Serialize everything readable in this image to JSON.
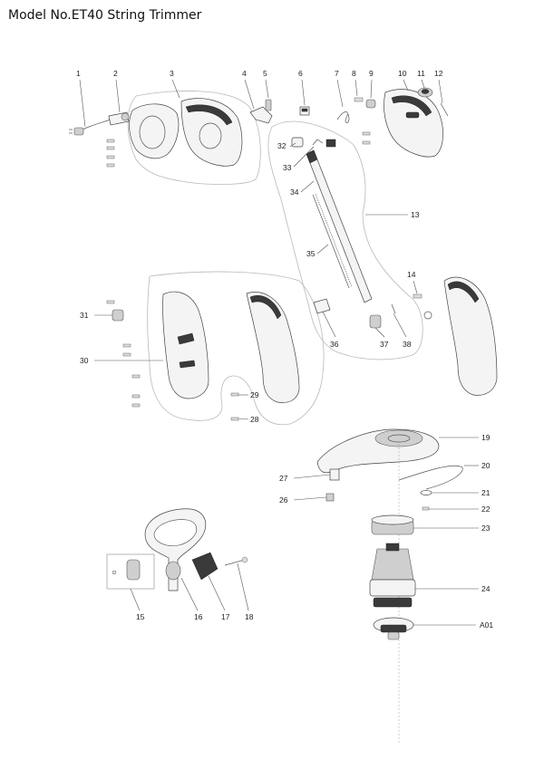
{
  "title": "Model No.ET40 String Trimmer",
  "labels": {
    "p1": "1",
    "p2": "2",
    "p3": "3",
    "p4": "4",
    "p5": "5",
    "p6": "6",
    "p7": "7",
    "p8": "8",
    "p9": "9",
    "p10": "10",
    "p11": "11",
    "p12": "12",
    "p13": "13",
    "p14": "14",
    "p15": "15",
    "p16": "16",
    "p17": "17",
    "p18": "18",
    "p19": "19",
    "p20": "20",
    "p21": "21",
    "p22": "22",
    "p23": "23",
    "p24": "24",
    "p26": "26",
    "p27": "27",
    "p28": "28",
    "p29": "29",
    "p30": "30",
    "p31": "31",
    "p32": "32",
    "p33": "33",
    "p34": "34",
    "p35": "35",
    "p36": "36",
    "p37": "37",
    "p38": "38",
    "a01": "A01"
  }
}
